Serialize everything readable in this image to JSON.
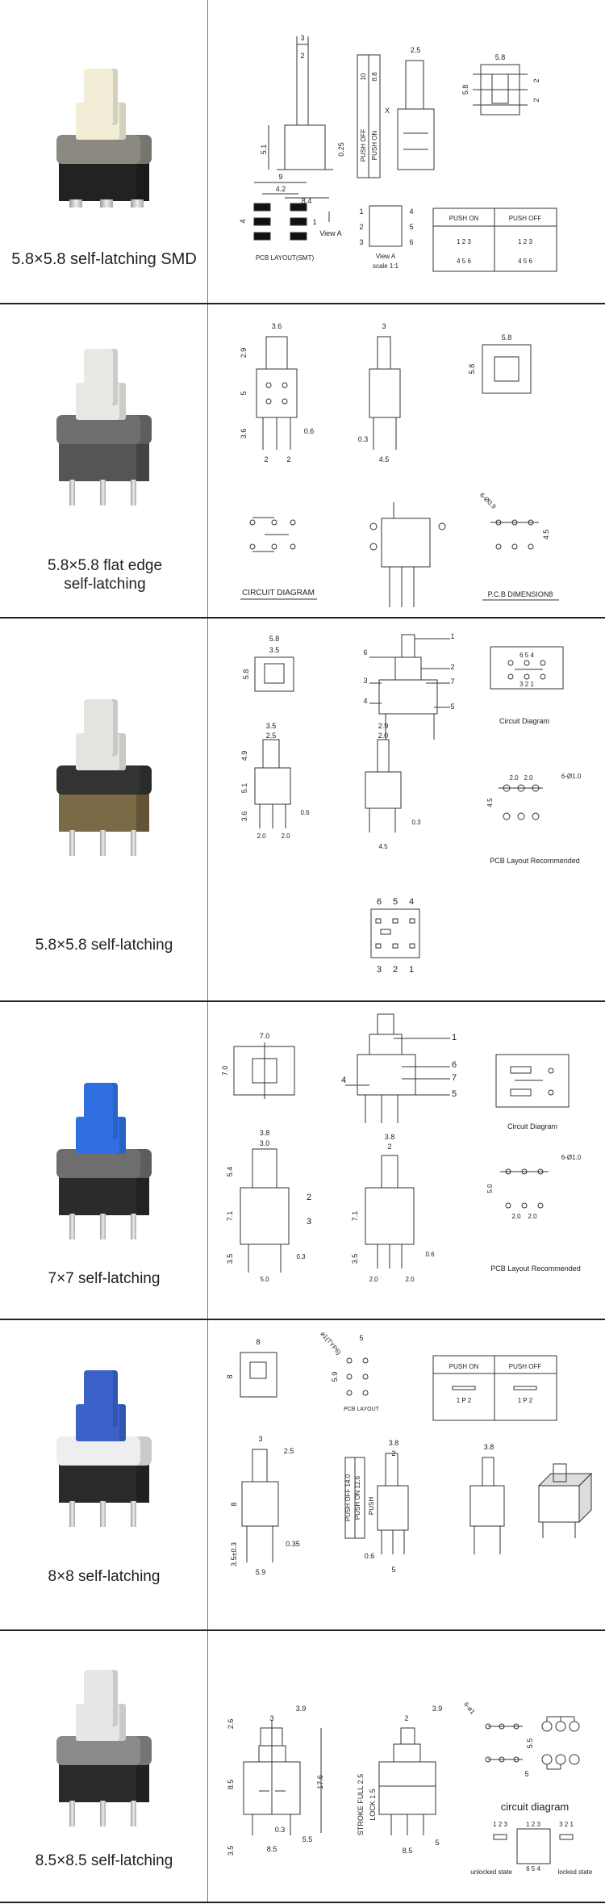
{
  "rows": [
    {
      "caption": "5.8×5.8 self-latching SMD",
      "photo": {
        "cap": "#f1edd6",
        "top": "#8c8a80",
        "base": "#222222"
      },
      "labels": {
        "d3": "3",
        "d2": "2",
        "d51": "5.1",
        "d025": "0.25",
        "d84": "8.4",
        "viewA": "View A",
        "d25": "2.5",
        "pushoff": "PUSH OFF",
        "pushon": "PUSH ON",
        "v10": "10",
        "v88": "8.8",
        "x": "X",
        "d58": "5.8",
        "d58b": "5.8",
        "d2a": "2",
        "d2b": "2",
        "d9": "9",
        "d42": "4.2",
        "d4": "4",
        "d1": "1",
        "pcb": "PCB LAYOUT(SMT)",
        "viewA2": "View A",
        "scale": "scale 1:1",
        "p1": "1",
        "p2": "2",
        "p3": "3",
        "p4": "4",
        "p5": "5",
        "p6": "6",
        "th_on": "PUSH ON",
        "th_off": "PUSH OFF",
        "pins_top": "1 2 3",
        "pins_bot": "4 5 6"
      }
    },
    {
      "caption": "5.8×5.8 flat edge self-latching",
      "photo": {
        "cap": "#e8e8e4",
        "top": "#6f6f6f",
        "base": "#555555"
      },
      "labels": {
        "d36": "3.6",
        "d29": "2.9",
        "d5": "5",
        "d36b": "3.6",
        "d2a": "2",
        "d2b": "2",
        "d06": "0.6",
        "d3": "3",
        "d03": "0.3",
        "d45": "4.5",
        "d58": "5.8",
        "d58b": "5.8",
        "circuit": "CIRCUIT DIAGRAM",
        "pcb": "P.C.B DIMENSION8",
        "hole": "6-Ø0.9",
        "d45b": "4.5"
      }
    },
    {
      "caption": "5.8×5.8 self-latching",
      "photo": {
        "cap": "#e4e4e0",
        "top": "#333333",
        "base": "#7a6a45"
      },
      "labels": {
        "d58": "5.8",
        "d35": "3.5",
        "d58b": "5.8",
        "n1": "1",
        "n2": "2",
        "n3": "3",
        "n4": "4",
        "n5": "5",
        "n6": "6",
        "n7": "7",
        "circuit": "Circuit Diagram",
        "d35b": "3.5",
        "d25": "2.5",
        "d49": "4.9",
        "d51": "5.1",
        "d36": "3.6",
        "d20a": "2.0",
        "d20b": "2.0",
        "d06": "0.6",
        "d29": "2.9",
        "d20c": "2.0",
        "d03": "0.3",
        "d45": "4.5",
        "d20d": "2.0",
        "d20e": "2.0",
        "hole": "6-Ø1.0",
        "d45b": "4.5",
        "pcb": "PCB Layout Recommended",
        "t6": "6",
        "t5": "5",
        "t4": "4",
        "b3": "3",
        "b2": "2",
        "b1": "1",
        "ct": "6 5 4",
        "cb": "3 2 1"
      }
    },
    {
      "caption": "7×7 self-latching",
      "photo": {
        "cap": "#2f6fe0",
        "top": "#6e6e6e",
        "base": "#2b2b2b"
      },
      "labels": {
        "d70": "7.0",
        "d70b": "7.0",
        "n1": "1",
        "n4": "4",
        "n5": "5",
        "n6": "6",
        "n7": "7",
        "circuit": "Circuit Diagram",
        "d38": "3.8",
        "d30": "3.0",
        "d54": "5.4",
        "d71": "7.1",
        "d35": "3.5",
        "n2": "2",
        "n3": "3",
        "d03": "0.3",
        "d50": "5.0",
        "d38b": "3.8",
        "d2": "2",
        "d71b": "7.1",
        "d35b": "3.5",
        "d06": "0.6",
        "d20a": "2.0",
        "d20b": "2.0",
        "hole": "6-Ø1.0",
        "d50b": "5.0",
        "d20c": "2.0",
        "d20d": "2.0",
        "pcb": "PCB Layout Recommended"
      }
    },
    {
      "caption": "8×8 self-latching",
      "photo": {
        "cap": "#3a62c8",
        "top": "#eeeeee",
        "base": "#2a2a2a"
      },
      "labels": {
        "d8": "8",
        "d8b": "8",
        "hole": "ø1(TYP6)",
        "d5": "5",
        "d59": "5.9",
        "pcb": "PCB LAYOUT",
        "th_on": "PUSH ON",
        "th_off": "PUSH OFF",
        "pon": "1 P 2",
        "poff": "1 P 2",
        "d3": "3",
        "d25": "2.5",
        "d8c": "8",
        "d35": "3.5±0.3",
        "d035": "0.35",
        "d59b": "5.9",
        "d38": "3.8",
        "d2": "2",
        "pushoff": "PUSH OFF 14.0",
        "pushon": "PUSH ON 12.6",
        "push": "PUSH",
        "d06": "0.6",
        "d5b": "5",
        "d38b": "3.8"
      }
    },
    {
      "caption": "8.5×8.5 self-latching",
      "photo": {
        "cap": "#e6e6e6",
        "top": "#8a8a8a",
        "base": "#2a2a2a"
      },
      "labels": {
        "d39": "3.9",
        "d3": "3",
        "d26": "2.6",
        "d85": "8.5",
        "d176": "17.6",
        "d35": "3.5",
        "d03": "0.3",
        "d55": "5.5",
        "d85b": "8.5",
        "d39b": "3.9",
        "d2": "2",
        "stroke": "STROKE FULL 2.5",
        "lock": "LOCK 1.5",
        "d5": "5",
        "d85c": "8.5",
        "hole": "6-ø1",
        "d55b": "5.5",
        "d5b": "5",
        "circuit": "circuit diagram",
        "unlocked": "unlocked state",
        "locked": "locked state",
        "ut": "1 2 3",
        "mt": "1 2 3",
        "mb": "6 5 4",
        "lt": "3 2 1"
      }
    }
  ]
}
